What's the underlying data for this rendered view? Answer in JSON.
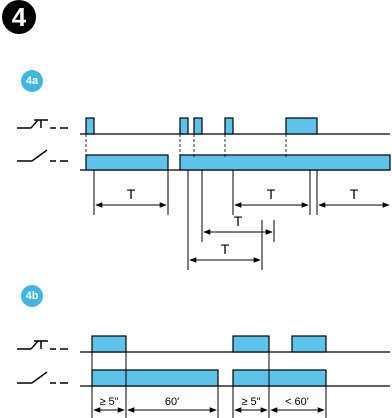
{
  "figure": {
    "number": "4",
    "section_a": {
      "label": "4a",
      "period_label": "T"
    },
    "section_b": {
      "label": "4b",
      "intervals": [
        "≥ 5\"",
        "60'",
        "≥ 5\"",
        "< 60'"
      ]
    }
  },
  "colors": {
    "signal_fill": "#5ec3ea",
    "line": "#000000",
    "badge_main": "#000000",
    "badge_sub": "#3fb6e6"
  }
}
